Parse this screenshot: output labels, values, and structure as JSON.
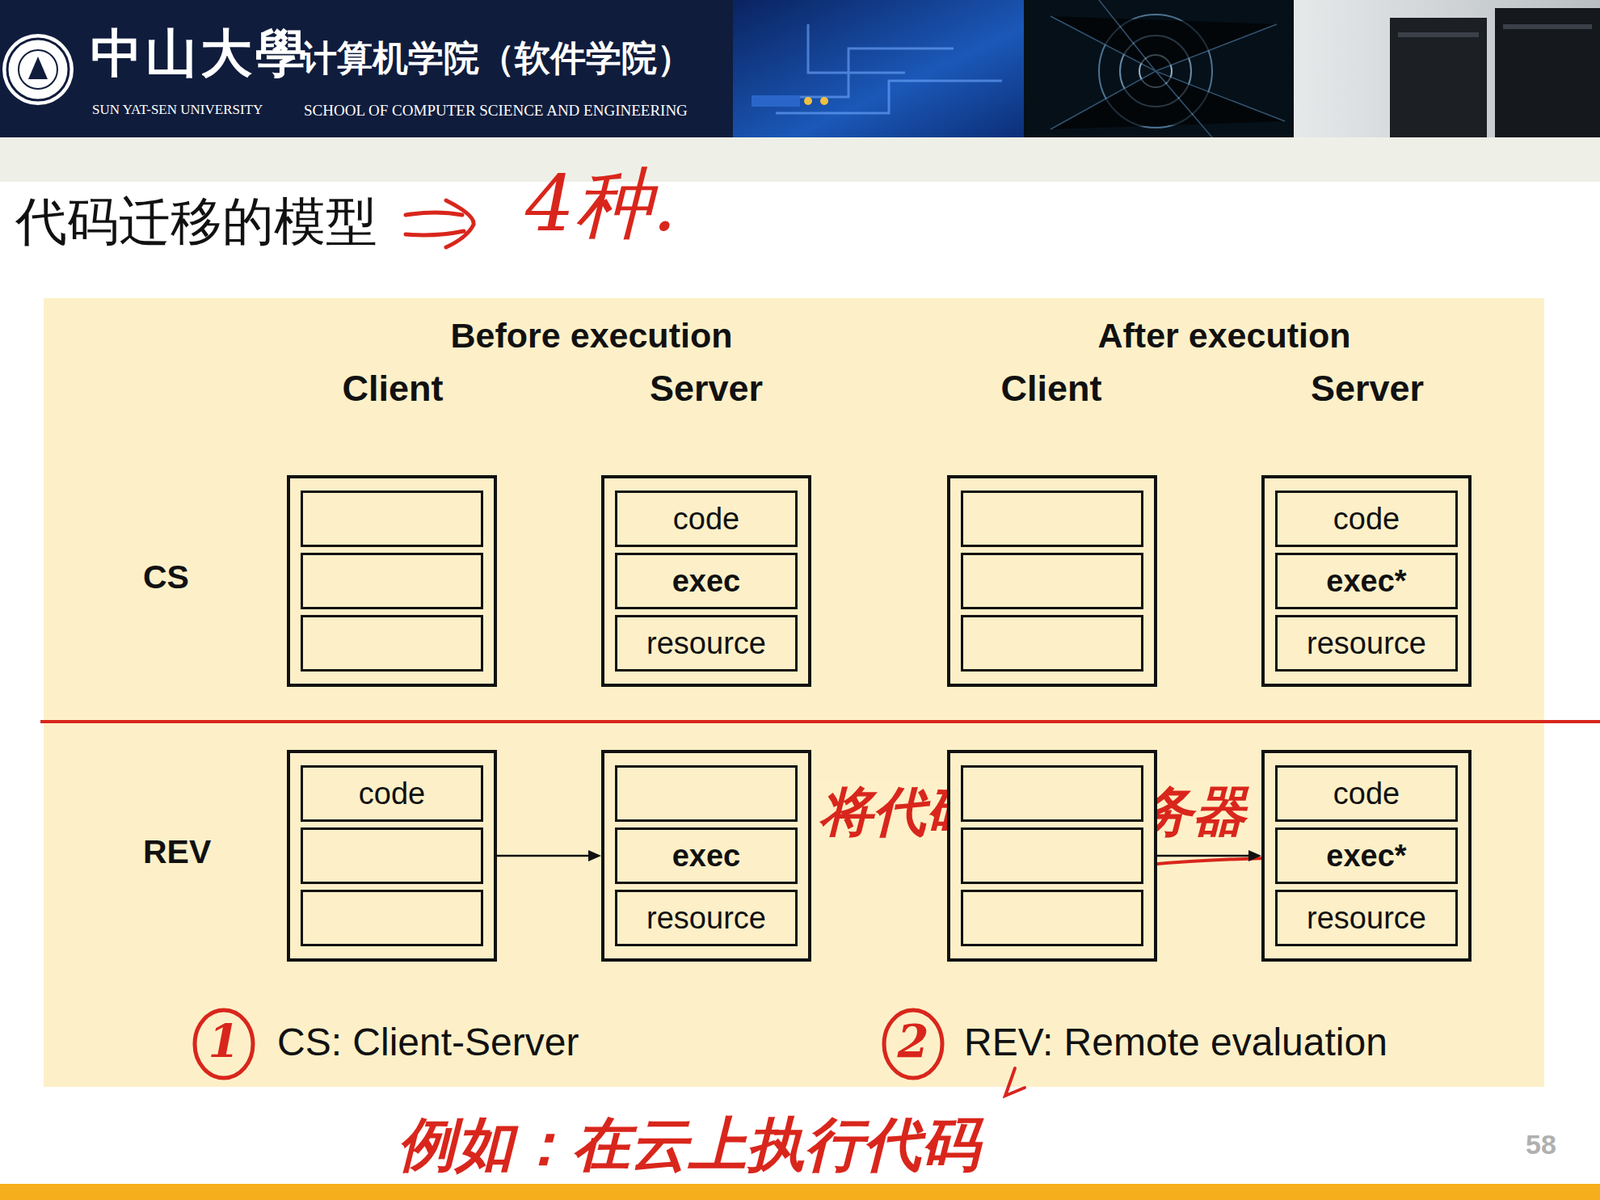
{
  "diagram": {
    "title": "代码迁移的模型",
    "nodes": [
      {
        "text": []
      },
      {
        "text": []
      },
      {
        "text": [
          "code"
        ],
        "in": 1
      },
      {
        "text": [
          "exec"
        ],
        "in": 1
      },
      {
        "text": [
          "resource"
        ],
        "in": 1
      },
      {
        "text": []
      },
      {
        "text": []
      },
      {
        "text": [
          "code"
        ],
        "in": 6
      },
      {
        "text": [
          "exec*"
        ],
        "in": 6
      },
      {
        "text": [
          "resource"
        ],
        "in": 6
      },
      {
        "text": []
      },
      {
        "text": [
          "code"
        ],
        "in": 10
      },
      {
        "text": []
      },
      {
        "text": [
          "exec"
        ],
        "in": 12
      },
      {
        "text": [
          "resource"
        ],
        "in": 12
      },
      {
        "text": []
      },
      {
        "text": []
      },
      {
        "text": [
          "code"
        ],
        "in": 16
      },
      {
        "text": [
          "exec*"
        ],
        "in": 16
      },
      {
        "text": [
          "resource"
        ],
        "in": 16
      }
    ],
    "edges": [
      {
        "from": 10,
        "to": 12,
        "arrow": "to"
      },
      {
        "from": 15,
        "to": 16,
        "arrow": "to"
      }
    ],
    "labels": [
      "中山大學",
      "计算机学院（软件学院）",
      "SUN YAT-SEN UNIVERSITY",
      "SCHOOL OF COMPUTER SCIENCE AND ENGINEERING",
      "4种.",
      "Before execution",
      "After execution",
      "Client",
      "Server",
      "Client",
      "Server",
      "CS",
      "REV",
      "将代码移到服务器",
      "1",
      "CS: Client-Server",
      "2",
      "REV: Remote evaluation",
      "例如：在云上执行代码",
      "58"
    ]
  }
}
